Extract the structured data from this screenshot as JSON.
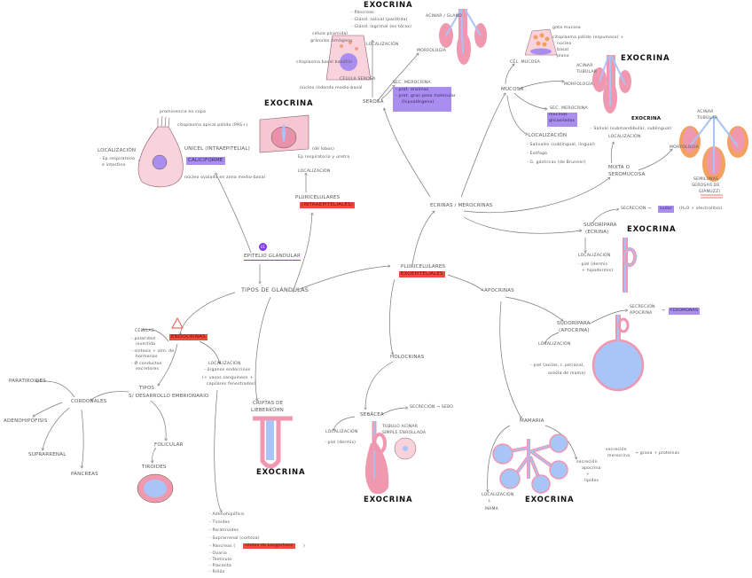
{
  "center": {
    "title": "TIPOS DE GLÁNDULAS",
    "root_number": "01",
    "root": "EPITELIO GLANDULAR"
  },
  "unicelular": {
    "title": "UNICEL (INTRAEPITELIAL)",
    "name": "CALICIFORME",
    "labels": [
      "prominencia en copa",
      "citoplasma apical pálido (PAS+)",
      "núcleo ovalado en zona medio-basal"
    ],
    "localizacion": "LOCALIZACIÓN",
    "loc_items": [
      "- Ep respiratorio",
      "e intestino"
    ]
  },
  "pluri_intra": {
    "title": "PLURICELULARES",
    "tag": "(INTRAEPITELIALES)",
    "exo": "EXOCRINA",
    "localizacion": "LOCALIZACIÓN",
    "loc": "Ep respiratorio y uretra",
    "note": "(de lobos)"
  },
  "pluri_exo": {
    "title": "PLURICELULARES",
    "tag": "EXOEPITELIALES"
  },
  "merocrinas": {
    "title": "ECRINAS / MEROCRINAS"
  },
  "serosa": {
    "title": "SEROSA",
    "exo": "EXOCRINA",
    "items": [
      "- Páncreas",
      "- Glánd. salival (parótida)",
      "- Glánd. lagrimal (en tórax)"
    ],
    "localizacion": "LOCALIZACIÓN",
    "cell": "CÉLULA SEROSA",
    "cell_labels": [
      "célula piramidal",
      "gránulos zimógeno",
      "citoplasma basal basófilo",
      "núcleo redondo medio-basal"
    ],
    "morfologia": "MORFOLOGÍA",
    "acinar": "ACINAR / GLAND",
    "secrecion": "SEC. MEROCRINA",
    "sec_items": [
      "- prot. enzimas",
      "- prot. gran peso molecular",
      "(hipoalérgeno)"
    ]
  },
  "mucosa": {
    "title": "MUCOSA",
    "cell": "CÉL. MUCOSA",
    "cell_labels": [
      "gota mucosa",
      "citoplasma pálido (espumoso) +",
      "núcleo",
      "basal",
      "plano"
    ],
    "acinar": [
      "ACINAR",
      "TUBULAR"
    ],
    "morfologia": "MORFOLOGÍA",
    "exo": "EXOCRINA",
    "secrecion": "SEC. MEROCRINA",
    "sec_items": [
      "mucinas",
      "glicosiladas"
    ],
    "localizacion": "LOCALIZACIÓN",
    "loc_items": [
      "- Salivales (sublingual, lingual)",
      "- Esófago",
      "- G. gástricas (de Brunner)"
    ]
  },
  "mixta": {
    "title": [
      "MIXTA O",
      "SEROMUCOSA"
    ],
    "exo": "EXOCRINA",
    "items": [
      "- Salival (submandibular, sublingual)"
    ],
    "localizacion": "LOCALIZACIÓN",
    "morfologia": "MORFOLOGÍA",
    "acinar": [
      "ACINAR",
      "TUBULAR"
    ],
    "semilunas": [
      "SEMILUNAS",
      "SEROSAS DE",
      "GIANUZZI"
    ]
  },
  "sudoripara_ecrina": {
    "title": [
      "SUDORÍPARA",
      "(ECRINA)"
    ],
    "secrecion": "SECRECIÓN →",
    "sudor": "sudor",
    "sudor_note": "(H₂O + electrolitos)",
    "exo": "EXOCRINA",
    "localizacion": "LOCALIZACIÓN",
    "loc_items": [
      "- piel (dermis",
      "+ hipodermis)"
    ]
  },
  "apocrinas": {
    "title": "APOCRINAS"
  },
  "sudoripara_apocrina": {
    "title": [
      "SUDORÍPARA",
      "(APOCRINA)"
    ],
    "secrecion": [
      "SECRECIÓN",
      "APOCRINA"
    ],
    "arrow": "→",
    "feromonas": "FEROMONAS",
    "localizacion": "LOCALIZACIÓN",
    "loc_items": [
      "- piel (axilas, r. perianal,",
      "areola de mama)"
    ]
  },
  "holocrinas": {
    "title": "HOLOCRINAS"
  },
  "sebacea": {
    "title": "SEBÁCEA",
    "secrecion": "SECRECIÓN → SEBO",
    "localizacion": "LOCALIZACIÓN",
    "loc": "- piel (dermis)",
    "morfo": [
      "TÚBULO ACINAR",
      "SIMPLE ENROLLADA"
    ],
    "exo": "EXOCRINA"
  },
  "mamaria": {
    "title": "MAMARIA",
    "sec1": [
      "secreción",
      "apocrina",
      "+",
      "lípidos"
    ],
    "sec2": [
      "secreción",
      "merocrina",
      "→ grasa + proteínas"
    ],
    "localizacion": "LOCALIZACIÓN",
    "arrow": "↓",
    "loc": "MAMA",
    "exo": "EXOCRINA"
  },
  "criptas": {
    "title": [
      "CRIPTAS DE",
      "LIEBERKÜHN"
    ],
    "exo": "EXOCRINA"
  },
  "endocrinas": {
    "title": "ENDOCRINAS",
    "celulas": "CÉLULAS",
    "cel_items": [
      "- polaridad",
      "invertida",
      "- síntesis + alm. de",
      "hormonas",
      "- Ø conductos",
      "excretores"
    ],
    "localizacion": "LOCALIZACIÓN",
    "loc_items": [
      "- órganos endocrinos",
      "(+ vasos sanguíneos +",
      "capilares fenestrados)"
    ],
    "tipos": [
      "TIPOS",
      "S/ DESARROLLO EMBRIONARIO"
    ],
    "cordonales": "CORDONALES",
    "cord_items": [
      "PARATIROIDES",
      "ADENOHIPÓFISIS",
      "SUPRARRENAL",
      "PÁNCREAS"
    ],
    "folicular": "FOLICULAR",
    "tiroides": "TIROIDES",
    "list": [
      "- Adenohipófisis",
      "- Tiroides",
      "- Paratiroides",
      "- Suprarrenal (corteza)",
      "- Páncreas (",
      "islotes de Langerhans",
      ")",
      "- Ovario",
      "- Testículo",
      "- Placenta",
      "- Riñón"
    ]
  },
  "colors": {
    "pink": "#f4a6c0",
    "blue": "#a9c4f7",
    "purple": "#a98ef0",
    "red": "#ee4b3d",
    "orange": "#f4a060"
  }
}
